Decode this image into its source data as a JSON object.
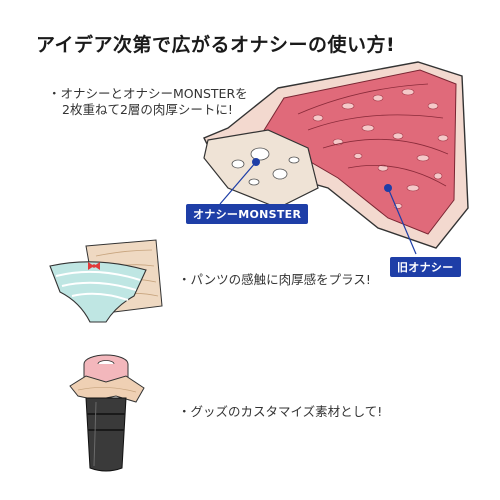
{
  "title": "アイデア次第で広がるオナシーの使い方!",
  "bullets": [
    {
      "line1": "・オナシーとオナシーMONSTERを",
      "line2": "2枚重ねて2層の肉厚シートに!"
    },
    {
      "line1": "・パンツの感触に肉厚感をプラス!"
    },
    {
      "line1": "・グッズのカスタマイズ素材として!"
    }
  ],
  "labels": {
    "monster": "オナシーMONSTER",
    "old": "旧オナシー"
  },
  "colors": {
    "label_bg": "#1e3ea7",
    "flesh": "#e06a7a",
    "flesh_light": "#f5c9c9",
    "skin": "#f3d9cf"
  }
}
